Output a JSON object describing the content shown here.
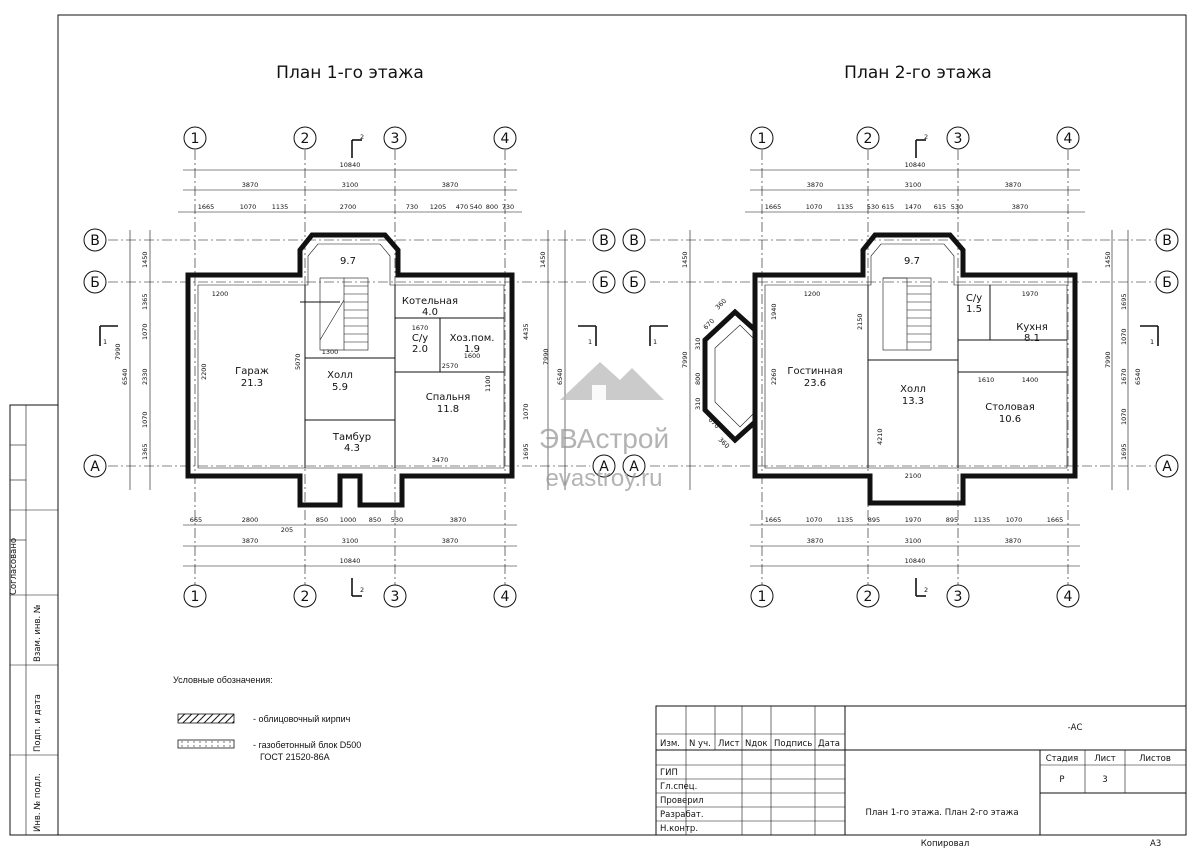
{
  "titles": {
    "plan1": "План 1-го этажа",
    "plan2": "План 2-го этажа"
  },
  "axes": {
    "columns": [
      "1",
      "2",
      "3",
      "4"
    ],
    "rows": [
      "В",
      "Б",
      "А"
    ]
  },
  "section_mark": "2",
  "section_mark_side": "1",
  "dims": {
    "overall": "10840",
    "bays": [
      "3870",
      "3100",
      "3870"
    ],
    "p1_top": [
      "1665",
      "1070",
      "1135",
      "2700",
      "730",
      "1205",
      "470",
      "540",
      "800",
      "730"
    ],
    "p1_bottom": [
      "665",
      "2800",
      "205",
      "850",
      "1000",
      "850",
      "530",
      "3870"
    ],
    "p2_top": [
      "1665",
      "1070",
      "1135",
      "530",
      "615",
      "1470",
      "615",
      "530",
      "3870"
    ],
    "p2_bottom": [
      "1665",
      "1070",
      "1135",
      "895",
      "1970",
      "895",
      "1135",
      "1070",
      "1665"
    ],
    "left_chain": [
      "1365",
      "1070",
      "2330",
      "1070",
      "1365"
    ],
    "left_mid": "6540",
    "left_total": "7990",
    "left_top": "1450",
    "right_chain": [
      "1695",
      "1070",
      "1670",
      "1070",
      "1695"
    ],
    "right_mid": "4435",
    "p1_inner": [
      "1200",
      "2200",
      "5070",
      "3470",
      "2570",
      "1300",
      "1670",
      "1600",
      "1100"
    ],
    "p2_inner": [
      "1200",
      "2150",
      "1940",
      "2260",
      "1970",
      "1610",
      "1400",
      "2100",
      "4210"
    ]
  },
  "rooms_p1": [
    {
      "name": "Гараж",
      "area": "21.3"
    },
    {
      "name": "Холл",
      "area": "5.9"
    },
    {
      "name": "Котельная",
      "area": "4.0"
    },
    {
      "name": "С/у",
      "area": "2.0"
    },
    {
      "name": "Хоз.пом.",
      "area": "1.9"
    },
    {
      "name": "Спальня",
      "area": "11.8"
    },
    {
      "name": "Тамбур",
      "area": "4.3"
    },
    {
      "name": "",
      "area": "9.7"
    }
  ],
  "rooms_p2": [
    {
      "name": "Гостинная",
      "area": "23.6"
    },
    {
      "name": "Холл",
      "area": "13.3"
    },
    {
      "name": "С/у",
      "area": "1.5"
    },
    {
      "name": "Кухня",
      "area": "8.1"
    },
    {
      "name": "Столовая",
      "area": "10.6"
    },
    {
      "name": "",
      "area": "9.7"
    }
  ],
  "bay_dims": [
    "360",
    "670",
    "310",
    "800",
    "310",
    "670",
    "360"
  ],
  "watermark": {
    "brand": "ЭВАстрой",
    "site": "evastroy.ru"
  },
  "legend": {
    "title": "Условные обозначения:",
    "items": [
      {
        "label": "- облицовочный кирпич",
        "pattern": "hatch"
      },
      {
        "label": "- газобетонный блок D500",
        "label2": "ГОСТ 21520-86А",
        "pattern": "dots"
      }
    ]
  },
  "side_stamp": {
    "agreed": "Согласовано",
    "fields": [
      "Взам. инв. №",
      "Подп. и дата",
      "Инв. № подл."
    ]
  },
  "title_block": {
    "code": "-АС",
    "headers": [
      "Изм.",
      "N уч.",
      "Лист",
      "Nдок",
      "Подпись",
      "Дата"
    ],
    "roles": [
      "ГИП",
      "Гл.спец.",
      "Проверил",
      "Разрабат.",
      "Н.контр."
    ],
    "stage_header": "Стадия",
    "sheet_header": "Лист",
    "sheets_header": "Листов",
    "stage": "Р",
    "sheet": "3",
    "sheets": "",
    "description": "План 1-го этажа. План 2-го этажа",
    "copied": "Копировал",
    "format": "А3"
  }
}
